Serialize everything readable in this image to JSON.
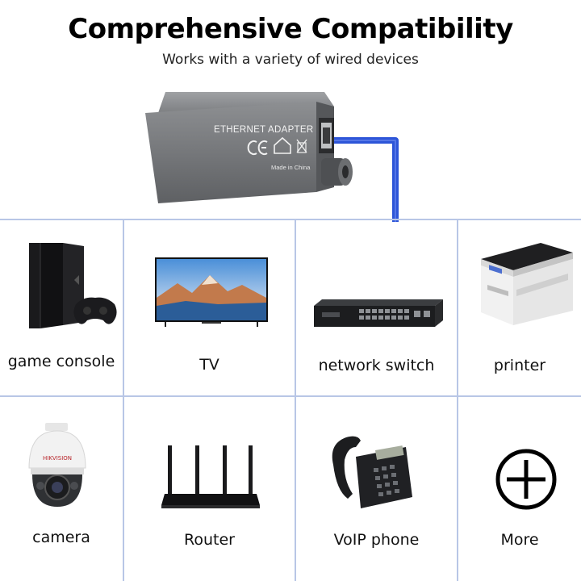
{
  "header": {
    "title": "Comprehensive Compatibility",
    "subtitle": "Works with a variety of wired devices"
  },
  "adapter": {
    "label": "ETHERNET ADAPTER",
    "made_in": "Made in China",
    "cable_color": "#2d55d8"
  },
  "grid": {
    "line_color": "#b8c6e6",
    "items": [
      {
        "label": "game console",
        "icon": "game-console-icon"
      },
      {
        "label": "TV",
        "icon": "tv-icon"
      },
      {
        "label": "network switch",
        "icon": "network-switch-icon"
      },
      {
        "label": "printer",
        "icon": "printer-icon"
      },
      {
        "label": "camera",
        "icon": "camera-icon"
      },
      {
        "label": "Router",
        "icon": "router-icon"
      },
      {
        "label": "VoIP phone",
        "icon": "voip-phone-icon"
      },
      {
        "label": "More",
        "icon": "plus-circle-icon"
      }
    ]
  }
}
